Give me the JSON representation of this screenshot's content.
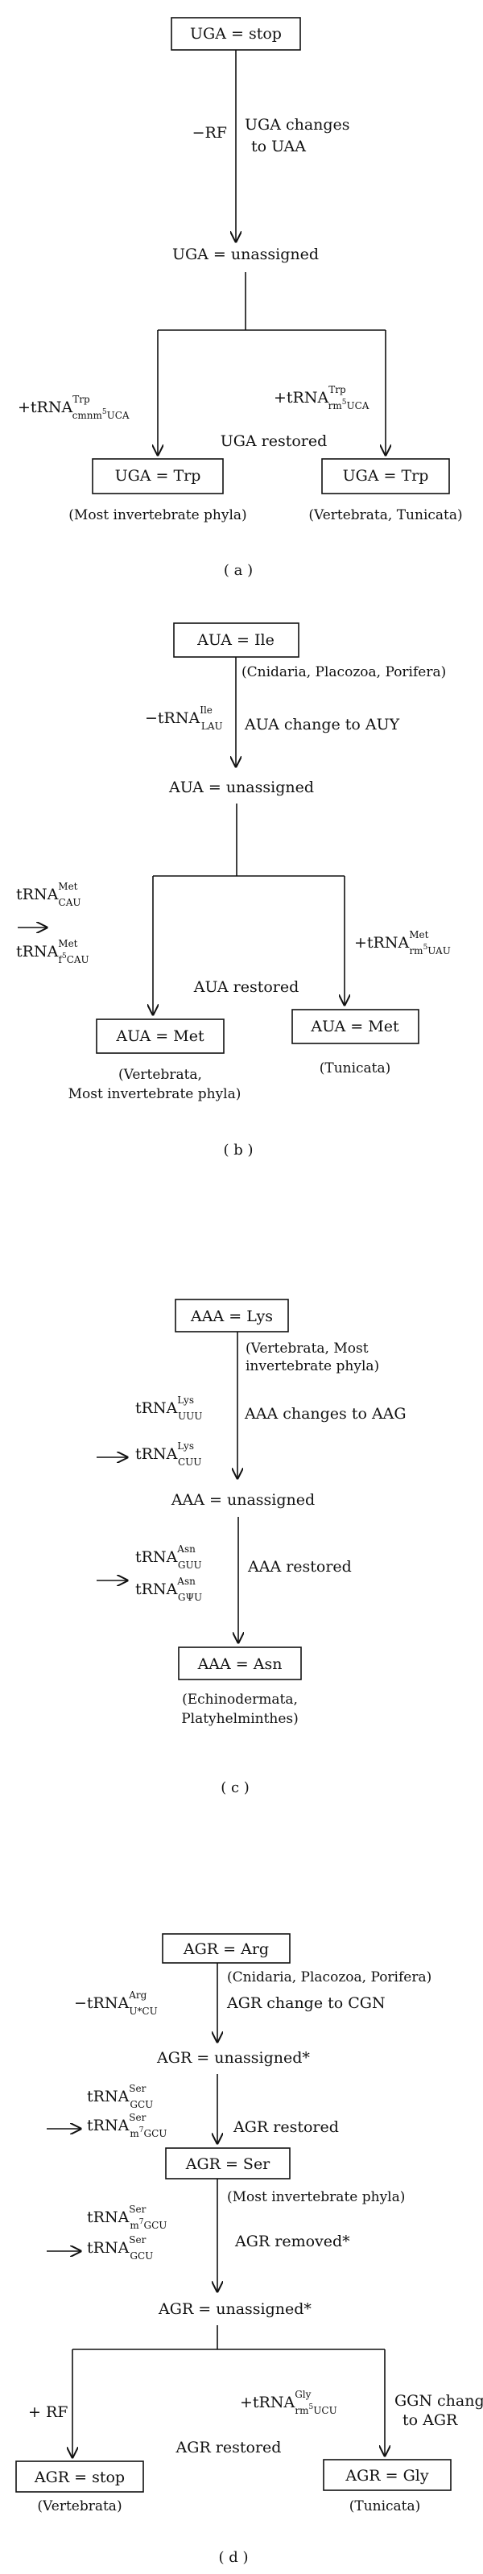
{
  "panel_a": {
    "label": "( a )",
    "box_top": "UGA = stop",
    "minus_rf": "−RF",
    "change_l1": "UGA changes",
    "change_l2": "to UAA",
    "unassigned": "UGA = unassigned",
    "left_trna_prefix": "+tRNA",
    "left_trna_sup": "Trp",
    "left_trna_sub": "cmnm",
    "left_trna_sub_sup": "5",
    "left_trna_sub_end": "UCA",
    "right_trna_prefix": "+tRNA",
    "right_trna_sup": "Trp",
    "right_trna_sub": "rm",
    "right_trna_sub_sup": "5",
    "right_trna_sub_end": "UCA",
    "restored": "UGA restored",
    "left_box": "UGA = Trp",
    "right_box": "UGA = Trp",
    "left_note": "(Most invertebrate phyla)",
    "right_note": "(Vertebrata, Tunicata)"
  },
  "panel_b": {
    "label": "( b )",
    "box_top": "AUA = Ile",
    "note_top": "(Cnidaria, Placozoa, Porifera)",
    "minus_trna_prefix": "−tRNA",
    "minus_trna_sup": "Ile",
    "minus_trna_sub": "LAU",
    "change": "AUA change to AUY",
    "unassigned": "AUA = unassigned",
    "left_trna1_prefix": "tRNA",
    "left_trna1_sup": "Met",
    "left_trna1_sub": "CAU",
    "left_trna2_prefix": "tRNA",
    "left_trna2_sup": "Met",
    "left_trna2_sub": "f",
    "left_trna2_sub_sup": "5",
    "left_trna2_sub_end": "CAU",
    "right_trna_prefix": "+tRNA",
    "right_trna_sup": "Met",
    "right_trna_sub": "rm",
    "right_trna_sub_sup": "5",
    "right_trna_sub_end": "UAU",
    "restored": "AUA restored",
    "left_box": "AUA = Met",
    "right_box": "AUA = Met",
    "left_note_l1": "(Vertebrata,",
    "left_note_l2": "Most invertebrate phyla)",
    "right_note": "(Tunicata)"
  },
  "panel_c": {
    "label": "( c )",
    "box_top": "AAA = Lys",
    "note_top_l1": "(Vertebrata, Most",
    "note_top_l2": "invertebrate phyla)",
    "trna1_prefix": "tRNA",
    "trna1_sup": "Lys",
    "trna1_sub": "UUU",
    "trna2_prefix": "tRNA",
    "trna2_sup": "Lys",
    "trna2_sub": "CUU",
    "change": "AAA changes to AAG",
    "unassigned": "AAA = unassigned",
    "trna3_prefix": "tRNA",
    "trna3_sup": "Asn",
    "trna3_sub": "GUU",
    "trna4_prefix": "tRNA",
    "trna4_sup": "Asn",
    "trna4_sub": "GΨU",
    "restored": "AAA restored",
    "box_bottom": "AAA = Asn",
    "note_bottom_l1": "(Echinodermata,",
    "note_bottom_l2": "Platyhelminthes)"
  },
  "panel_d": {
    "label": "( d )",
    "box_top": "AGR = Arg",
    "note_top": "(Cnidaria, Placozoa, Porifera)",
    "minus_trna_prefix": "−tRNA",
    "minus_trna_sup": "Arg",
    "minus_trna_sub": "U*CU",
    "change": "AGR change to CGN",
    "unassigned1": "AGR = unassigned*",
    "trna1_prefix": "tRNA",
    "trna1_sup": "Ser",
    "trna1_sub": "GCU",
    "trna2_prefix": "tRNA",
    "trna2_sup": "Ser",
    "trna2_sub": "m",
    "trna2_sub_sup": "7",
    "trna2_sub_end": "GCU",
    "restored1": "AGR restored",
    "box_mid": "AGR = Ser",
    "note_mid": "(Most invertebrate phyla)",
    "trna3_prefix": "tRNA",
    "trna3_sup": "Ser",
    "trna3_sub": "m",
    "trna3_sub_sup": "7",
    "trna3_sub_end": "GCU",
    "trna4_prefix": "tRNA",
    "trna4_sup": "Ser",
    "trna4_sub": "GCU",
    "removed": "AGR removed*",
    "unassigned2": "AGR = unassigned*",
    "plus_rf": "+ RF",
    "gly_trna_prefix": "+tRNA",
    "gly_trna_sup": "Gly",
    "gly_trna_sub": "rm",
    "gly_trna_sub_sup": "5",
    "gly_trna_sub_end": "UCU",
    "ggn_l1": "GGN change",
    "ggn_l2": "to AGR",
    "restored2": "AGR restored",
    "left_box": "AGR = stop",
    "right_box": "AGR = Gly",
    "left_note": "(Vertebrata)",
    "right_note": "(Tunicata)"
  }
}
